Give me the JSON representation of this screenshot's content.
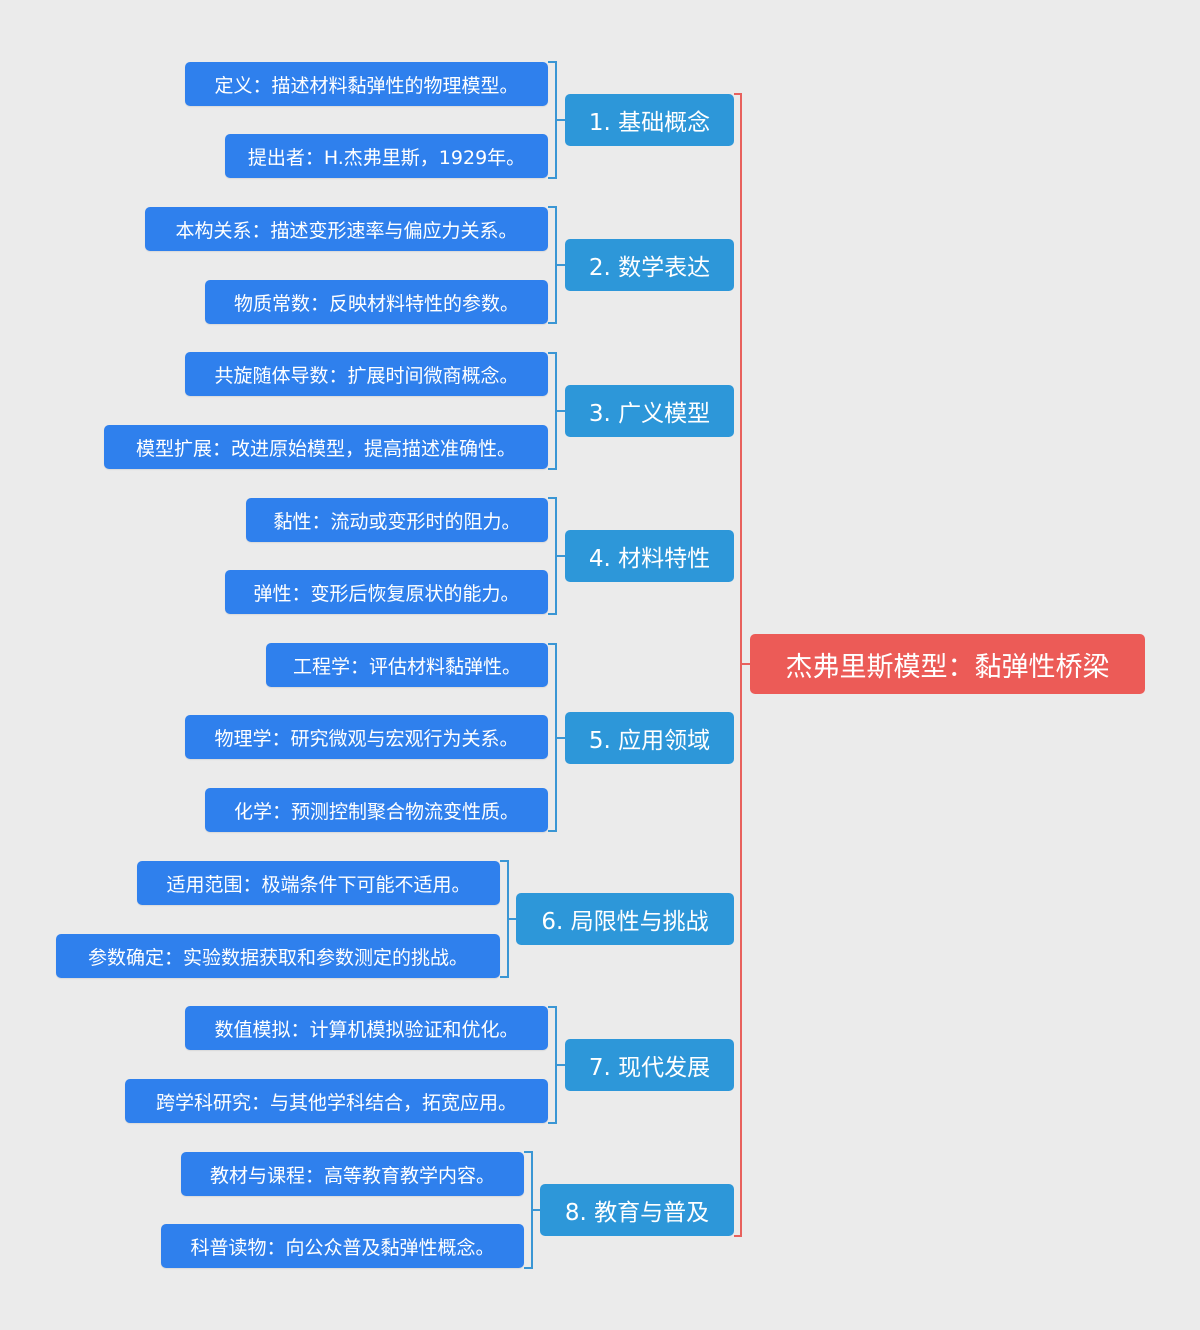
{
  "colors": {
    "background": "#ebebeb",
    "root": "#ec5b57",
    "branch": "#2d97d9",
    "leaf": "#2f80ed",
    "branch_connector": "#3a96d4",
    "root_connector": "#e8615d"
  },
  "root": {
    "label": "杰弗里斯模型：黏弹性桥梁"
  },
  "branches": [
    {
      "label": "1. 基础概念",
      "leaves": [
        "定义：描述材料黏弹性的物理模型。",
        "提出者：H.杰弗里斯，1929年。"
      ]
    },
    {
      "label": "2. 数学表达",
      "leaves": [
        "本构关系：描述变形速率与偏应力关系。",
        "物质常数：反映材料特性的参数。"
      ]
    },
    {
      "label": "3. 广义模型",
      "leaves": [
        "共旋随体导数：扩展时间微商概念。",
        "模型扩展：改进原始模型，提高描述准确性。"
      ]
    },
    {
      "label": "4. 材料特性",
      "leaves": [
        "黏性：流动或变形时的阻力。",
        "弹性：变形后恢复原状的能力。"
      ]
    },
    {
      "label": "5. 应用领域",
      "leaves": [
        "工程学：评估材料黏弹性。",
        "物理学：研究微观与宏观行为关系。",
        "化学：预测控制聚合物流变性质。"
      ]
    },
    {
      "label": "6. 局限性与挑战",
      "leaves": [
        "适用范围：极端条件下可能不适用。",
        "参数确定：实验数据获取和参数测定的挑战。"
      ]
    },
    {
      "label": "7. 现代发展",
      "leaves": [
        "数值模拟：计算机模拟验证和优化。",
        "跨学科研究：与其他学科结合，拓宽应用。"
      ]
    },
    {
      "label": "8. 教育与普及",
      "leaves": [
        "教材与课程：高等教育教学内容。",
        "科普读物：向公众普及黏弹性概念。"
      ]
    }
  ]
}
